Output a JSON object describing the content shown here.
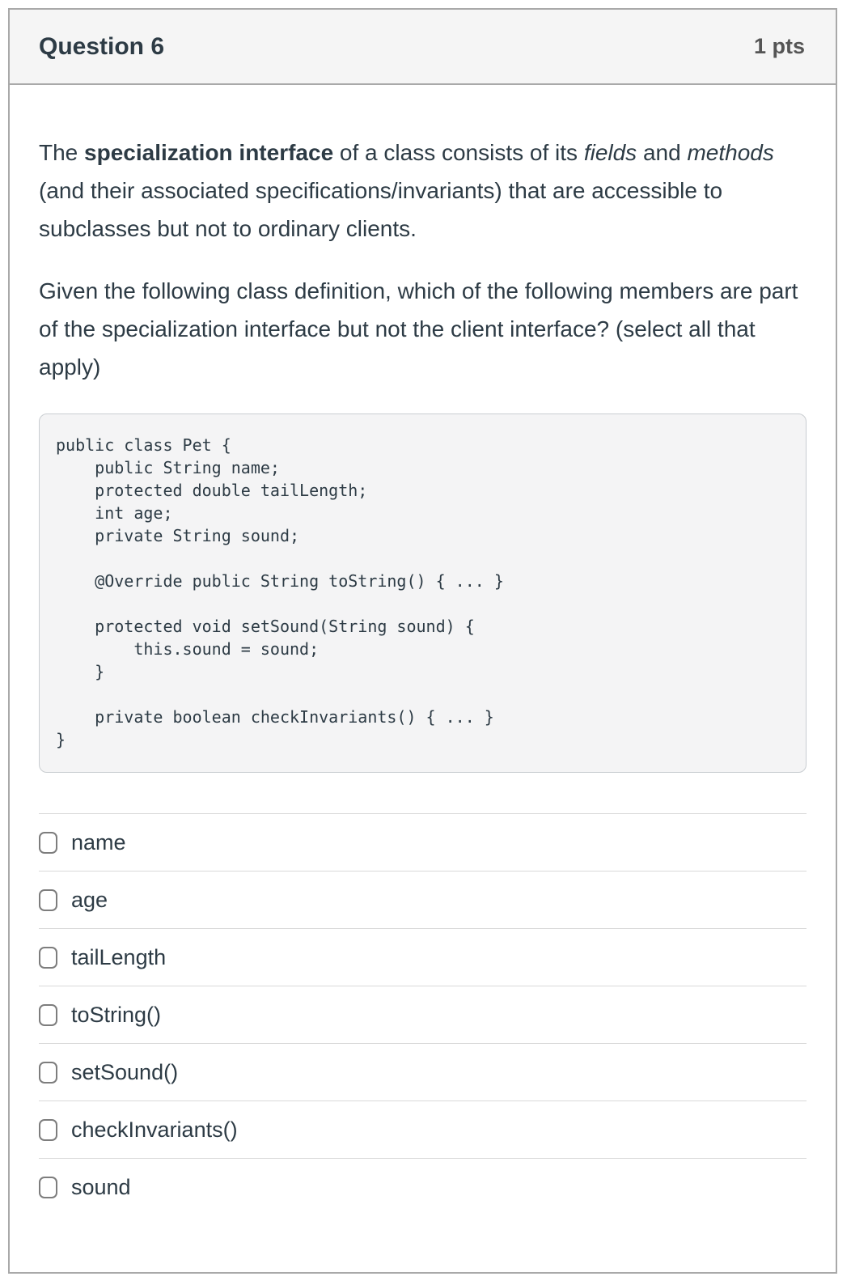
{
  "header": {
    "title": "Question 6",
    "points": "1 pts"
  },
  "question": {
    "p1": {
      "seg0": "The ",
      "seg1": "specialization interface",
      "seg2": " of a class consists of its ",
      "seg3": "fields",
      "seg4": " and ",
      "seg5": "methods",
      "seg6": " (and their associated specifications/invariants) that are accessible to subclasses but not to ordinary clients."
    },
    "p2": "Given the following class definition, which of the following members are part of the specialization interface but not the client interface? (select all that apply)"
  },
  "code": "public class Pet {\n    public String name;\n    protected double tailLength;\n    int age;\n    private String sound;\n\n    @Override public String toString() { ... }\n\n    protected void setSound(String sound) {\n        this.sound = sound;\n    }\n\n    private boolean checkInvariants() { ... }\n}",
  "options": [
    {
      "label": "name",
      "checked": false
    },
    {
      "label": "age",
      "checked": false
    },
    {
      "label": "tailLength",
      "checked": false
    },
    {
      "label": "toString()",
      "checked": false
    },
    {
      "label": "setSound()",
      "checked": false
    },
    {
      "label": "checkInvariants()",
      "checked": false
    },
    {
      "label": "sound",
      "checked": false
    }
  ],
  "colors": {
    "text": "#2d3b45",
    "points_text": "#555555",
    "header_bg": "#f5f5f5",
    "card_border": "#a9a9a9",
    "code_bg": "#f4f4f5",
    "code_border": "#c9cdd1",
    "row_separator": "#d9d9d9",
    "checkbox_border": "#7d7d7d"
  }
}
